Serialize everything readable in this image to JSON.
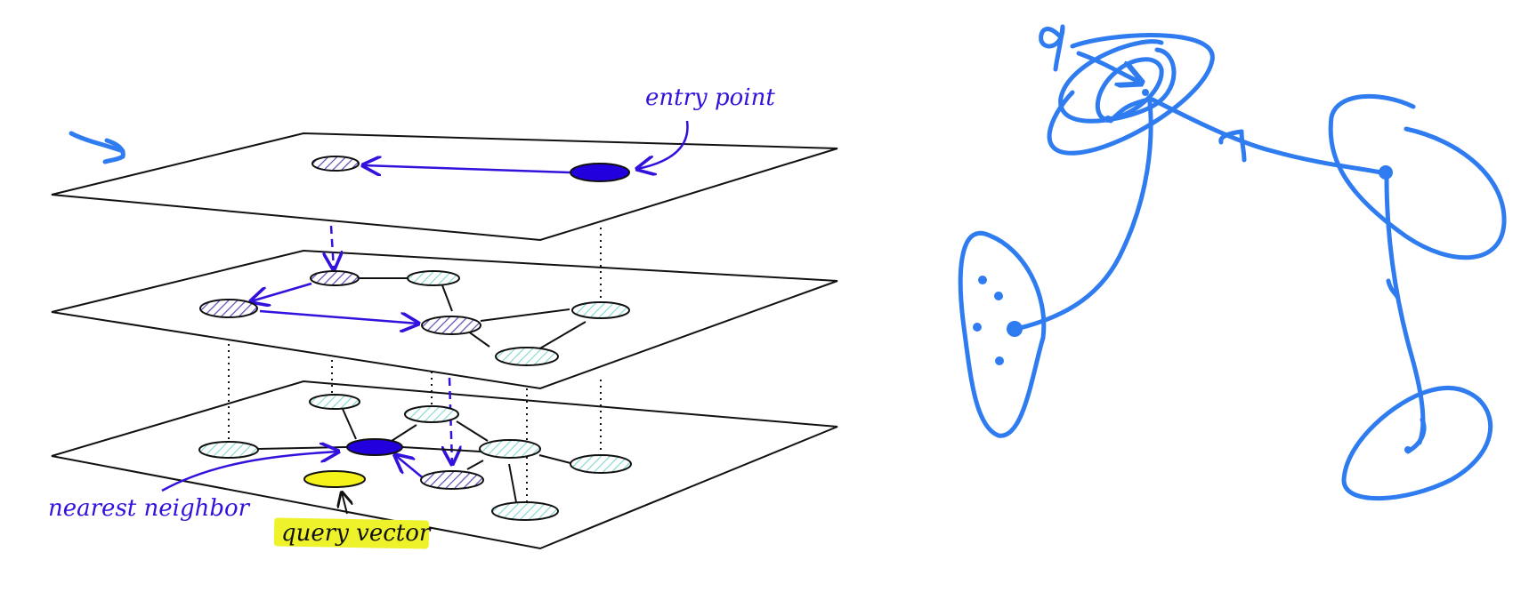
{
  "labels": {
    "entry_point": "entry point",
    "nearest_neighbor": "nearest neighbor",
    "query_vector": "query vector",
    "sketch_q": "q"
  },
  "colors": {
    "ink": "#111111",
    "path": "#3311dd",
    "node_fill": "#ffffff",
    "hatch_cyan": "#7fd6d0",
    "hatch_purple": "#5a4ab5",
    "solid_node": "#2200dd",
    "query_node": "#f5f21a",
    "highlight": "#eef22a",
    "sketch": "#2f7bf0"
  },
  "icons": [
    "hand-drawn-arrow-icon"
  ]
}
